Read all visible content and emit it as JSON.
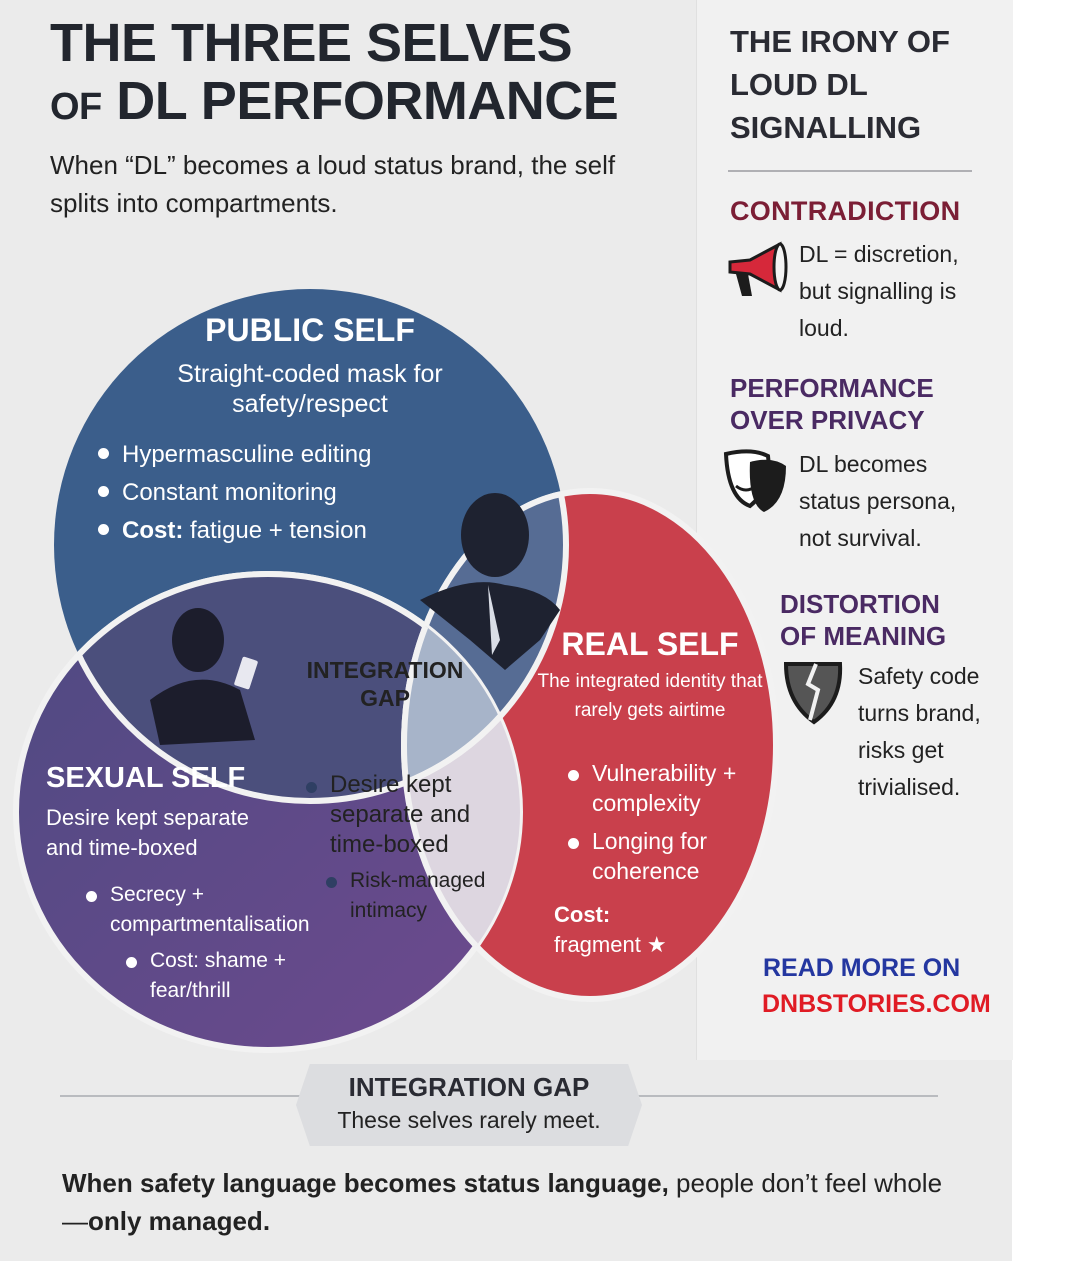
{
  "title": {
    "line1": "THE THREE SELVES",
    "line2_small": "OF",
    "line2_big": "DL PERFORMANCE"
  },
  "subtitle": "When “DL” becomes a loud status brand, the self splits into compartments.",
  "public_self": {
    "heading": "PUBLIC SELF",
    "description": "Straight-coded mask for safety/respect",
    "bullets": [
      "Hypermasculine editing",
      "Constant monitoring"
    ],
    "cost_label": "Cost:",
    "cost_text": "fatigue + tension",
    "color": "#3a5d8a"
  },
  "center": {
    "line1": "INTEGRATION",
    "line2": "GAP"
  },
  "real_self": {
    "heading": "REAL SELF",
    "description": "The integrated identity that rarely gets airtime",
    "bullets": [
      "Vulnerability + complexity",
      "Longing for coherence"
    ],
    "cost_label": "Cost:",
    "cost_text": "fragment ★",
    "color": "#c8404c"
  },
  "sexual_self": {
    "heading": "SEXUAL SELF",
    "description": "Desire kept separate and time-boxed",
    "bullets": [
      "Secrecy + compartmentalisation",
      "Cost: shame + fear/thrill"
    ],
    "color": "#5a4a86"
  },
  "overlap": {
    "bullets": [
      "Desire kept separate and time-boxed",
      "Risk-managed intimacy"
    ]
  },
  "sidebar": {
    "title": "THE IRONY OF LOUD DL SIGNALLING",
    "sections": [
      {
        "heading": "CONTRADICTION",
        "icon": "megaphone-icon",
        "text": "DL = discretion, but signalling is loud."
      },
      {
        "heading": "PERFORMANCE OVER PRIVACY",
        "icon": "theater-masks-icon",
        "text": "DL becomes status persona, not survival."
      },
      {
        "heading": "DISTORTION OF MEANING",
        "icon": "broken-shield-icon",
        "text": "Safety code turns brand, risks get trivialised."
      }
    ],
    "read_more": "READ MORE ON",
    "site": "DNBSTORIES.COM"
  },
  "banner": {
    "title": "INTEGRATION GAP",
    "text": "These selves rarely meet."
  },
  "footer": {
    "bold1": "When safety language becomes status language,",
    "normal": " people don’t feel whole—",
    "bold2": "only managed."
  }
}
